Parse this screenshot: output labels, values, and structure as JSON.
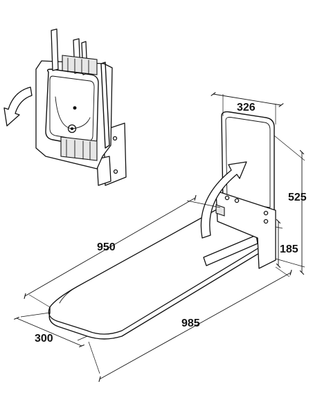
{
  "dimensions": {
    "board_length": "950",
    "overall_length": "985",
    "board_width": "300",
    "bracket_width": "326",
    "bracket_height": "525",
    "mount_height": "185"
  },
  "icons": {
    "fold_arrow_top": "curved-rotate-arrow",
    "fold_arrow_bottom": "curved-rotate-arrow"
  }
}
